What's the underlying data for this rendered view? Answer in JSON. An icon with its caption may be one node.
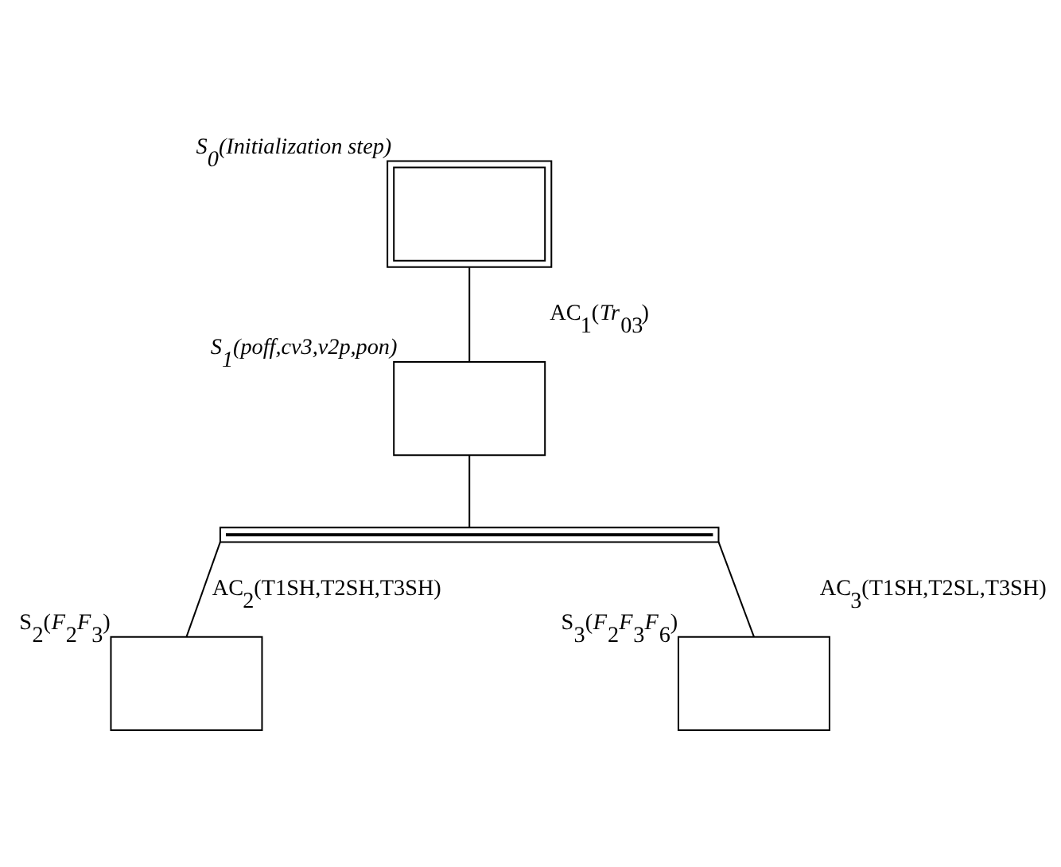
{
  "diagram": {
    "nodes": [
      {
        "text": [],
        "shape": "box",
        "beside": [
          "S$_{0}$(Initialization step)"
        ]
      },
      {
        "text": [],
        "shape": "box",
        "beside": [
          "S$_{1}$(poff,cv3,v2p,pon)"
        ]
      },
      {
        "text": [],
        "shape": "bar"
      },
      {
        "text": [],
        "shape": "box",
        "beside": [
          "S$_{2}$(*F*$_{2}$*F*$_{3}$)"
        ]
      },
      {
        "text": [],
        "shape": "box",
        "beside": [
          "S$_{3}$(*F*$_{2}$*F*$_{3}$*F*$_{6}$)"
        ]
      }
    ],
    "edges": [
      {
        "from": 0,
        "to": 1,
        "arrow": "none",
        "label": "AC$_{1}$(*Tr*$_{03}$)"
      },
      {
        "from": 1,
        "to": 2,
        "arrow": "none"
      },
      {
        "from": 2,
        "to": 3,
        "arrow": "none",
        "label": "AC$_{2}$(T1SH,T2SH,T3SH)"
      },
      {
        "from": 2,
        "to": 4,
        "arrow": "none",
        "label": "AC$_{3}$(T1SH,T2SL,T3SH)"
      }
    ]
  }
}
